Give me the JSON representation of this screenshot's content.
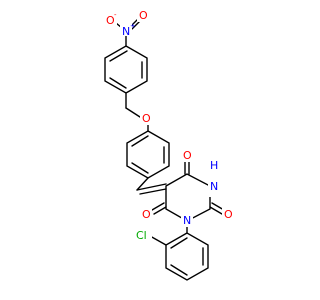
{
  "molecule": {
    "atoms": {
      "o_nitro_left": {
        "text": "O",
        "charge": "-",
        "color": "#ff0000"
      },
      "n_nitro": {
        "text": "N",
        "charge": "+",
        "color": "#0000ff"
      },
      "o_nitro_right": {
        "text": "O",
        "color": "#ff0000"
      },
      "o_ether": {
        "text": "O",
        "color": "#ff0000"
      },
      "o_carbonyl_top": {
        "text": "O",
        "color": "#ff0000"
      },
      "nh": {
        "text": "H",
        "color": "#0000ff",
        "n_text": "N"
      },
      "o_carbonyl_right": {
        "text": "O",
        "color": "#ff0000"
      },
      "n_ring": {
        "text": "N",
        "color": "#0000ff"
      },
      "o_carbonyl_left": {
        "text": "O",
        "color": "#ff0000"
      },
      "cl": {
        "text": "Cl",
        "color": "#00aa00"
      }
    }
  }
}
